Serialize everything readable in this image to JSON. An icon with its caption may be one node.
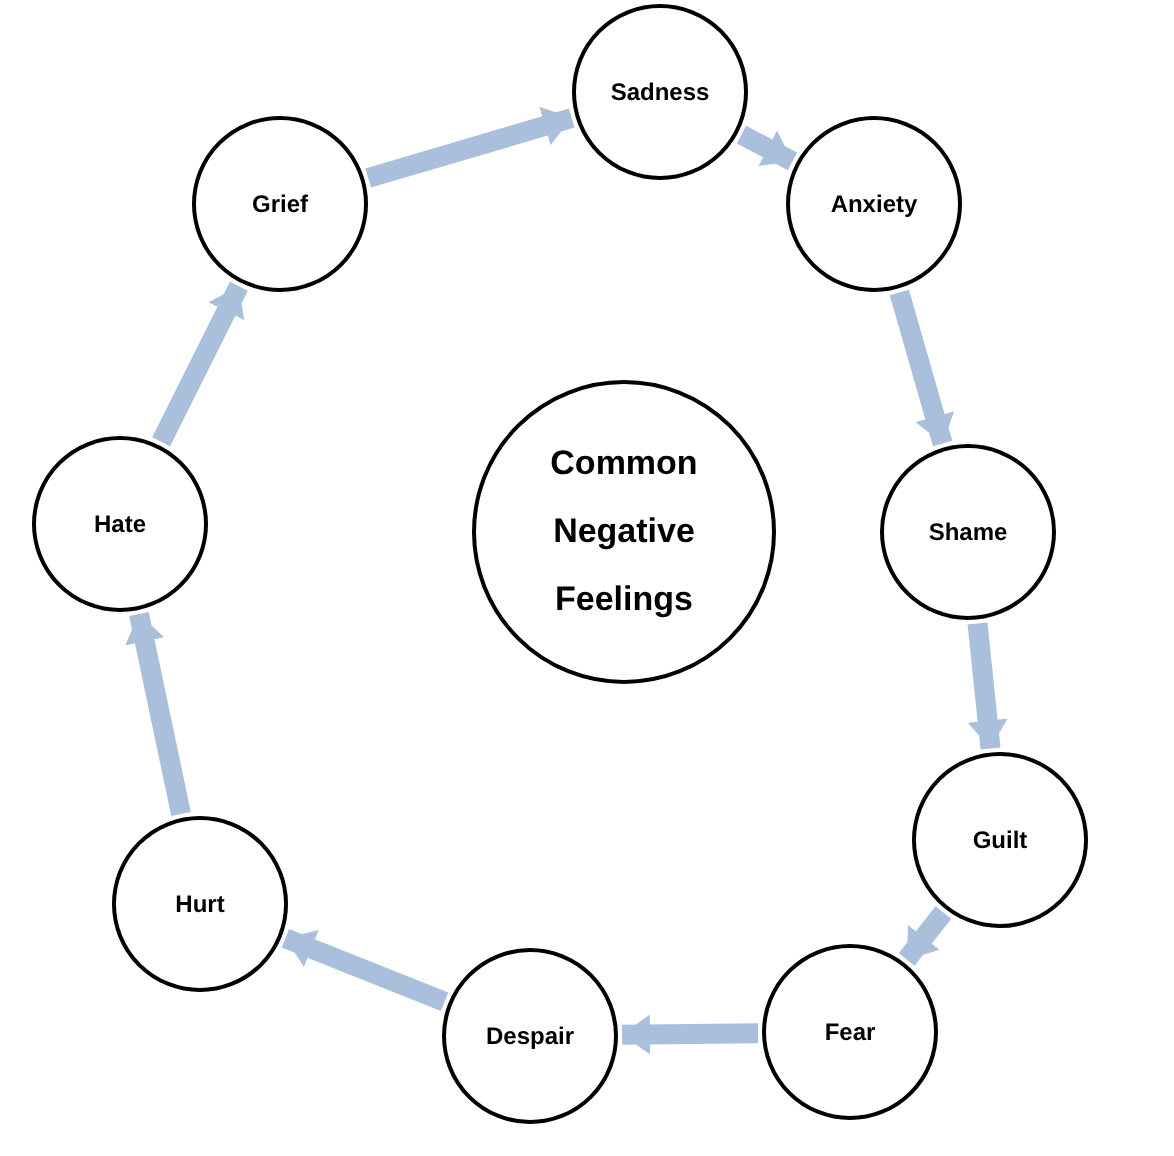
{
  "diagram": {
    "nodes": [
      {
        "text": [
          "Sadness"
        ]
      },
      {
        "text": [
          "Anxiety"
        ]
      },
      {
        "text": [
          "Shame"
        ]
      },
      {
        "text": [
          "Guilt"
        ]
      },
      {
        "text": [
          "Fear"
        ]
      },
      {
        "text": [
          "Despair"
        ]
      },
      {
        "text": [
          "Hurt"
        ]
      },
      {
        "text": [
          "Hate"
        ]
      },
      {
        "text": [
          "Grief"
        ]
      },
      {
        "text": [
          "Common Negative Feelings"
        ]
      }
    ],
    "edges": [
      {
        "from": 8,
        "to": 0,
        "arrow": "to"
      },
      {
        "from": 0,
        "to": 1,
        "arrow": "to"
      },
      {
        "from": 1,
        "to": 2,
        "arrow": "to"
      },
      {
        "from": 2,
        "to": 3,
        "arrow": "to"
      },
      {
        "from": 3,
        "to": 4,
        "arrow": "to"
      },
      {
        "from": 4,
        "to": 5,
        "arrow": "to"
      },
      {
        "from": 5,
        "to": 6,
        "arrow": "to"
      },
      {
        "from": 6,
        "to": 7,
        "arrow": "to"
      },
      {
        "from": 7,
        "to": 8,
        "arrow": "to"
      }
    ]
  }
}
